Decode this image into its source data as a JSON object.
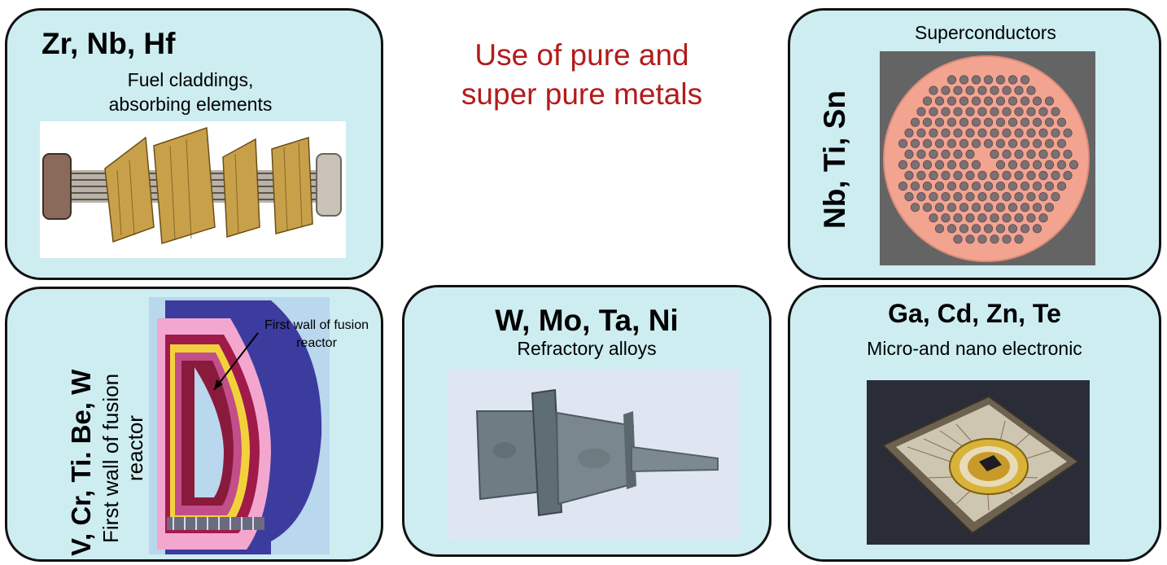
{
  "page": {
    "title_line1": "Use of pure and",
    "title_line2": "super pure metals",
    "title_color": "#b31b1b",
    "panel_color": "#cdedf1"
  },
  "panels": {
    "top_left": {
      "elements": "Zr, Nb, Hf",
      "caption_line1": "Fuel claddings,",
      "caption_line2": "absorbing elements"
    },
    "top_right": {
      "caption": "Superconductors",
      "elements": "Nb, Ti, Sn"
    },
    "bottom_left": {
      "elements": "V, Cr, Ti. Be, W",
      "caption_line1": "First wall of fusion",
      "caption_line2": "reactor",
      "callout_line1": "First wall of fusion",
      "callout_line2": "reactor"
    },
    "bottom_middle": {
      "elements": "W, Mo, Ta, Ni",
      "caption": "Refractory alloys"
    },
    "bottom_right": {
      "elements": "Ga, Cd, Zn, Te",
      "caption": "Micro-and nano electronic"
    }
  }
}
